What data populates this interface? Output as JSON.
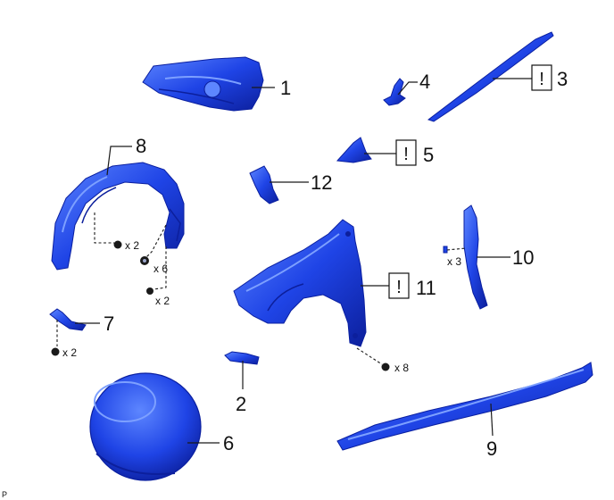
{
  "colors": {
    "part_fill": "#1f44e6",
    "part_dark": "#0c1f9c",
    "part_light": "#5d86ff",
    "leader": "#1a1a1a"
  },
  "callouts": {
    "c1": "1",
    "c2": "2",
    "c3": "3",
    "c4": "4",
    "c5": "5",
    "c6": "6",
    "c7": "7",
    "c8": "8",
    "c9": "9",
    "c10": "10",
    "c11": "11",
    "c12": "12"
  },
  "warning_symbol": "!",
  "quantities": {
    "q8a": "x 2",
    "q8b": "x 6",
    "q8c": "x 2",
    "q7": "x 2",
    "q10": "x 3",
    "q11": "x 8"
  },
  "footer_mark": "P"
}
